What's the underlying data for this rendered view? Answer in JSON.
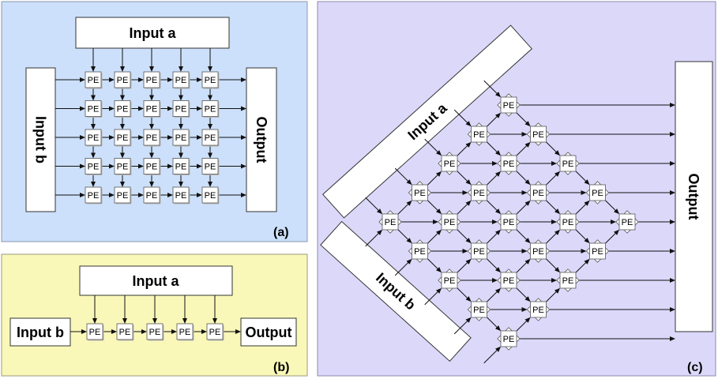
{
  "panels": {
    "a": {
      "label": "(a)",
      "input_a": "Input a",
      "input_b": "Input b",
      "output": "Output",
      "rows": 5,
      "cols": 5
    },
    "b": {
      "label": "(b)",
      "input_a": "Input a",
      "input_b": "Input b",
      "output": "Output",
      "cells": 5
    },
    "c": {
      "label": "(c)",
      "input_a": "Input a",
      "input_b": "Input b",
      "output": "Output",
      "size": 5
    }
  },
  "pe_label": "PE"
}
